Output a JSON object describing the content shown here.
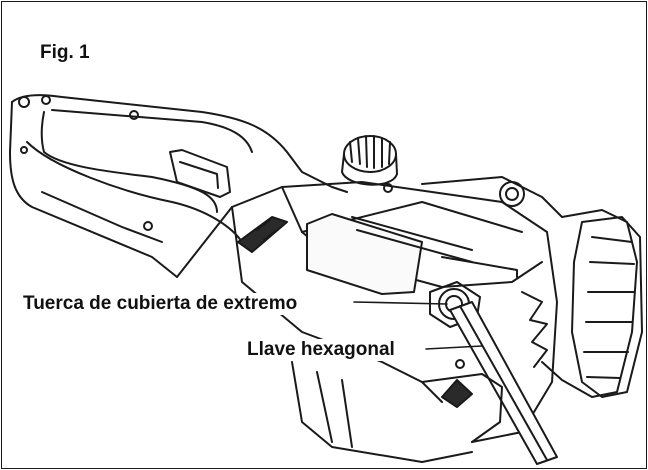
{
  "figure": {
    "title": "Fig. 1",
    "callouts": [
      {
        "id": "end-cover-nut",
        "label": "Tuerca de cubierta de extremo"
      },
      {
        "id": "hex-key",
        "label": "Llave hexagonal"
      }
    ]
  },
  "colors": {
    "line": "#1a1a1a",
    "fill_light": "#f4f4f4",
    "fill_dark": "#2a2a2a",
    "background": "#ffffff"
  }
}
